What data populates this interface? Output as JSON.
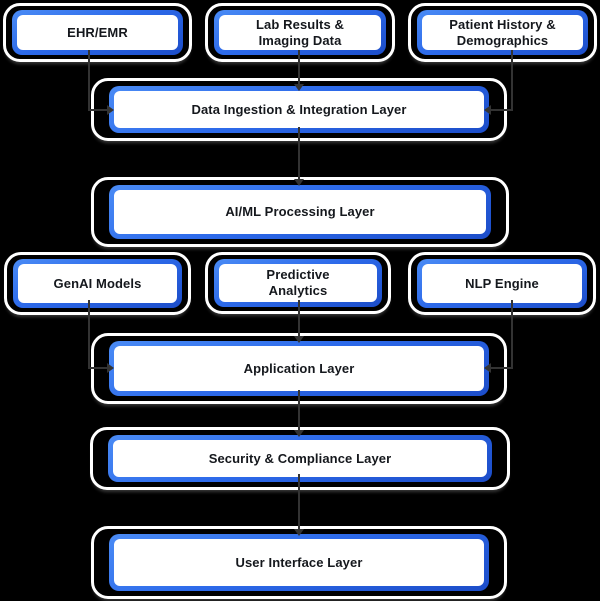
{
  "diagram": {
    "background": "#000000",
    "style": {
      "halo_color": "#ffffff",
      "node_border_gradient_top": "#4a8bf5",
      "node_border_gradient_bottom": "#1c4dc9",
      "node_fill": "#ffffff",
      "text_color": "#15181d",
      "edge_color": "#333333"
    },
    "nodes": {
      "ehr": {
        "label": "EHR/EMR"
      },
      "lab": {
        "label": "Lab Results &\nImaging Data"
      },
      "patient": {
        "label": "Patient History &\nDemographics"
      },
      "ingestion": {
        "label": "Data Ingestion & Integration Layer"
      },
      "aiml": {
        "label": "AI/ML Processing Layer"
      },
      "genai": {
        "label": "GenAI Models"
      },
      "predictive": {
        "label": "Predictive\nAnalytics"
      },
      "nlp": {
        "label": "NLP Engine"
      },
      "application": {
        "label": "Application Layer"
      },
      "security": {
        "label": "Security & Compliance Layer"
      },
      "ui": {
        "label": "User Interface Layer"
      }
    },
    "edges": [
      {
        "from": "ehr",
        "to": "ingestion"
      },
      {
        "from": "lab",
        "to": "ingestion"
      },
      {
        "from": "patient",
        "to": "ingestion"
      },
      {
        "from": "ingestion",
        "to": "aiml"
      },
      {
        "from": "genai",
        "to": "application"
      },
      {
        "from": "predictive",
        "to": "application"
      },
      {
        "from": "nlp",
        "to": "application"
      },
      {
        "from": "application",
        "to": "security"
      },
      {
        "from": "security",
        "to": "ui"
      }
    ]
  }
}
